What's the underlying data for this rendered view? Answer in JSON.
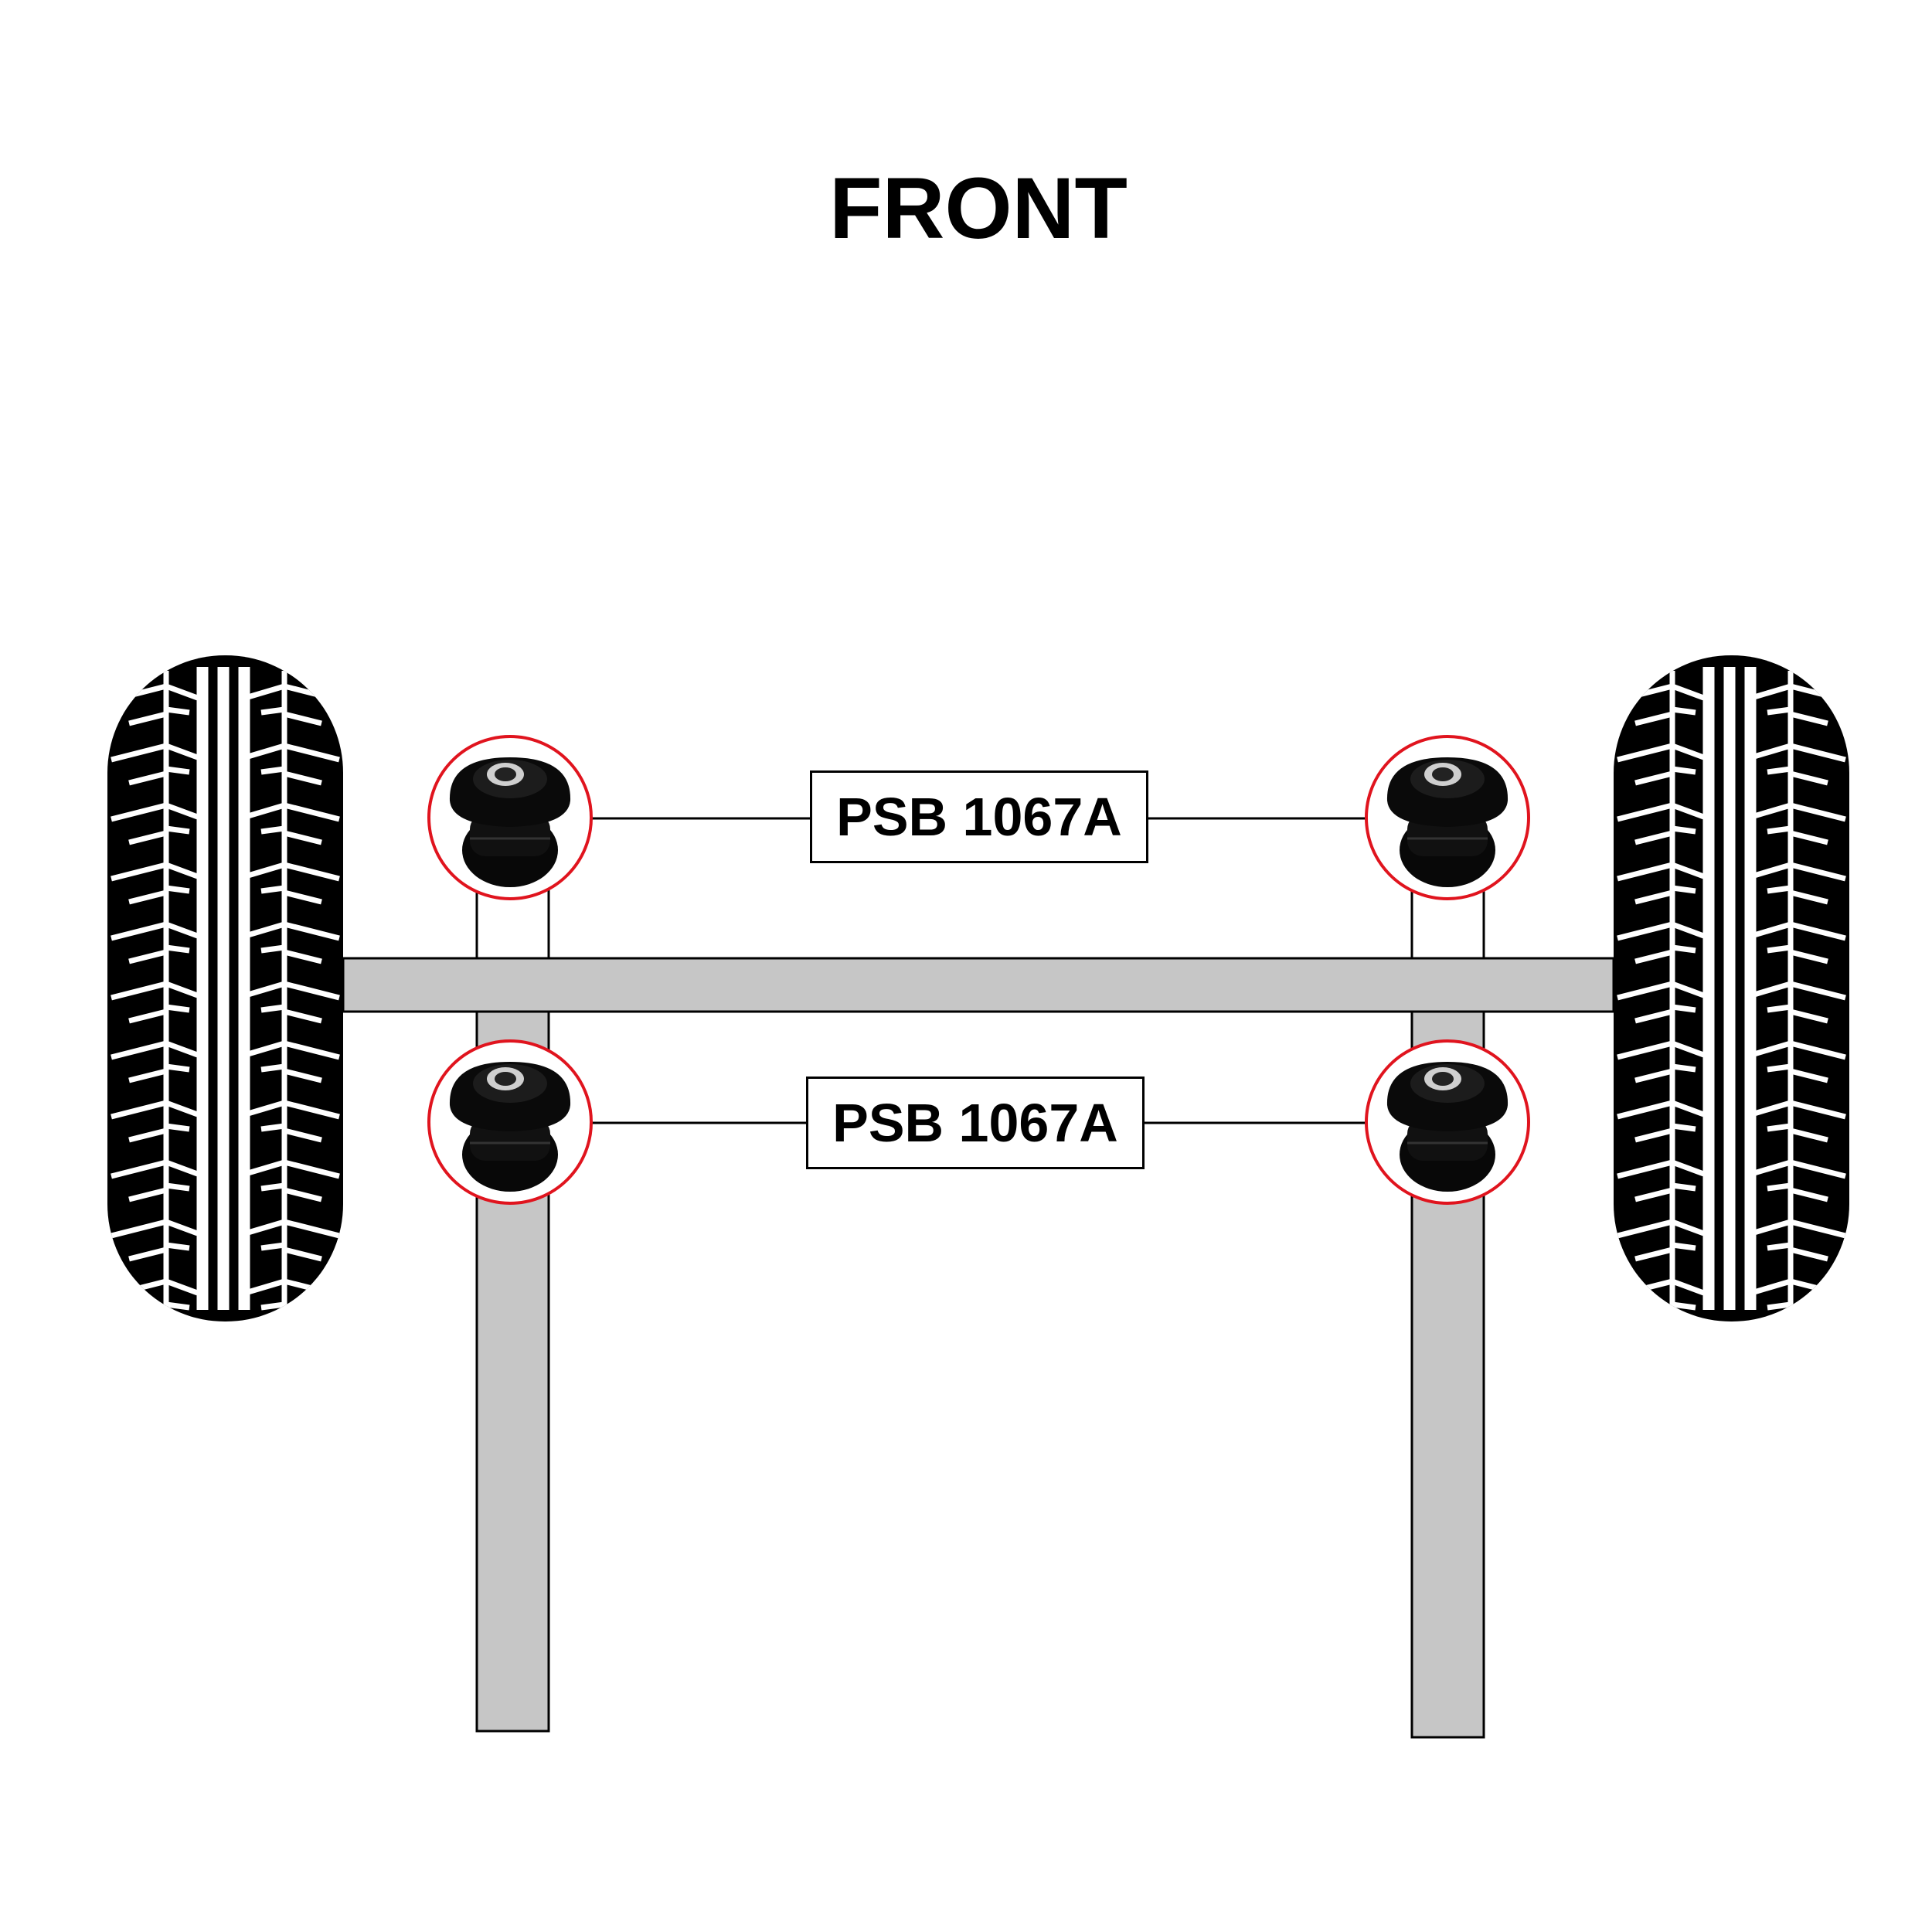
{
  "title": "FRONT",
  "labels": {
    "upper": "PSB 1067A",
    "lower": "PSB 1067A"
  },
  "colors": {
    "frame": "#c6c6c6",
    "highlight": "#e0141e",
    "tire": "#000000"
  }
}
